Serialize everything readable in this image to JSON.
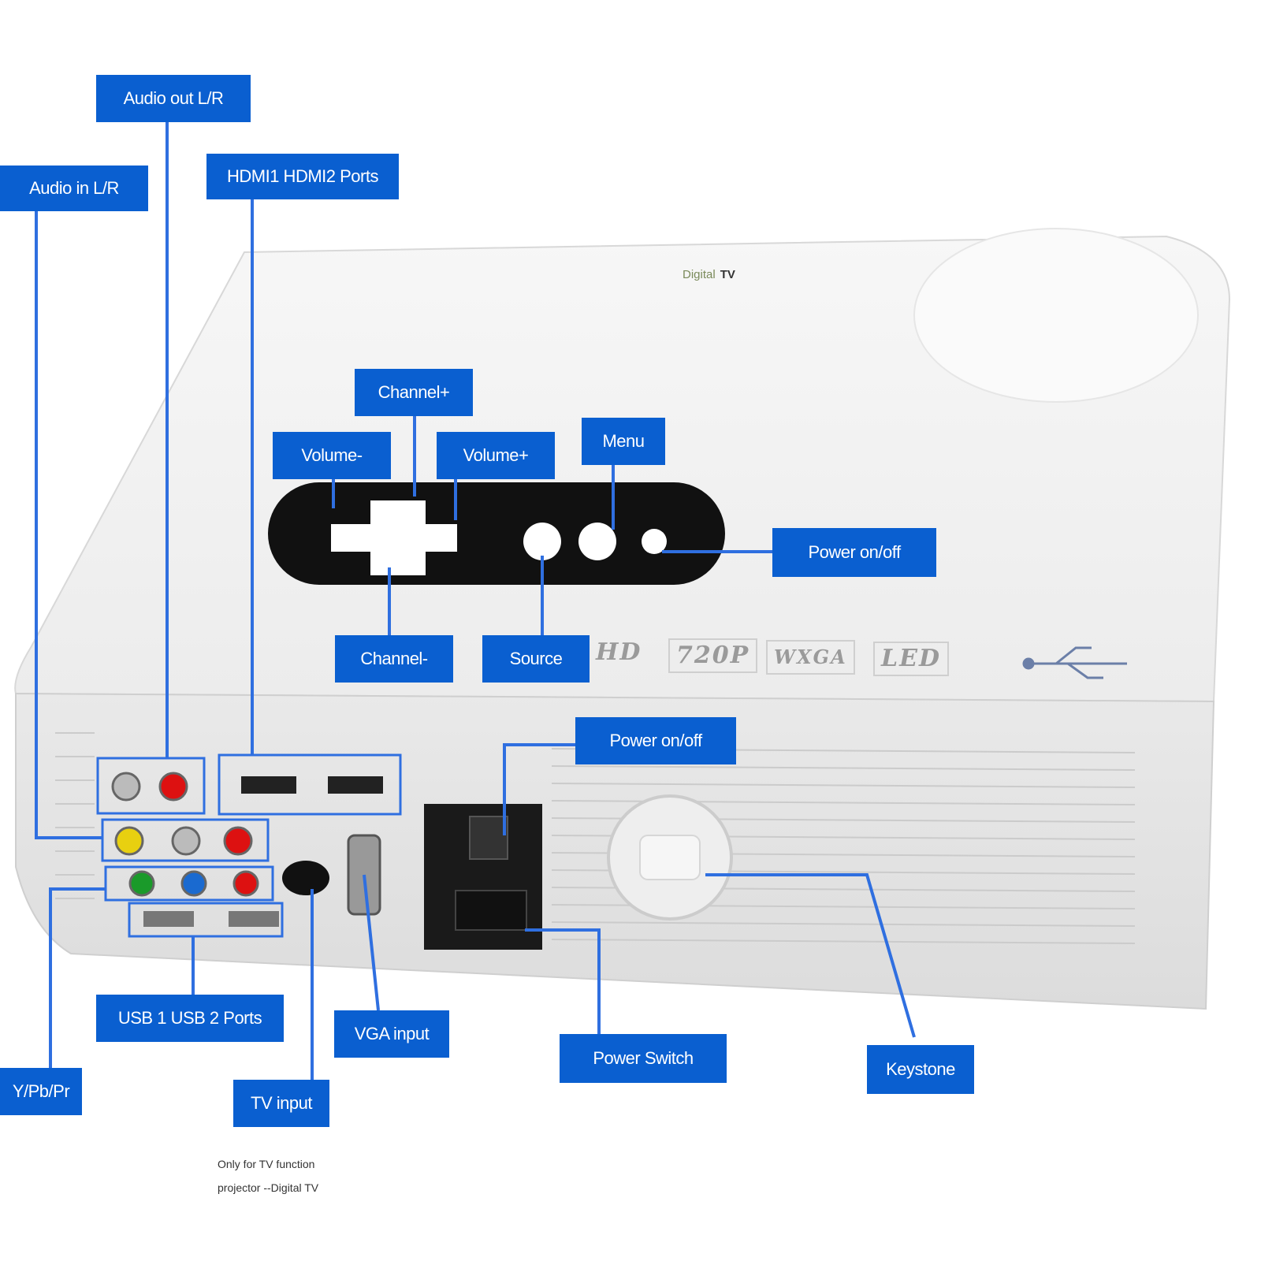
{
  "callouts": {
    "audio_out": "Audio out L/R",
    "audio_in": "Audio in L/R",
    "hdmi": "HDMI1 HDMI2 Ports",
    "channel_plus": "Channel+",
    "volume_minus": "Volume-",
    "volume_plus": "Volume+",
    "menu": "Menu",
    "power_top": "Power on/off",
    "channel_minus": "Channel-",
    "source": "Source",
    "power_rear": "Power on/off",
    "usb": "USB 1 USB 2 Ports",
    "vga": "VGA input",
    "power_switch": "Power Switch",
    "keystone": "Keystone",
    "ypbpr": "Y/Pb/Pr",
    "tv": "TV input"
  },
  "note": {
    "line1": "Only  for TV function",
    "line2": "projector --Digital TV"
  },
  "badges": {
    "hd": "HD",
    "res": "720P",
    "wxga": "WXGA",
    "led": "LED"
  },
  "brand": {
    "prefix": "Digital",
    "mark": "TV"
  },
  "colors": {
    "callout_bg": "#0a5fd0",
    "leader_line": "#2f6fe0",
    "body": "#f2f2f2"
  }
}
